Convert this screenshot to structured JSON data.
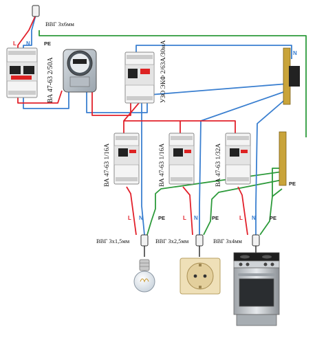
{
  "supply": {
    "cable": "ВВГ 3х6мм",
    "l": "L",
    "n": "N",
    "pe": "PE"
  },
  "main_breaker": {
    "rating": "ВА 47-63 2/50А"
  },
  "rcd": {
    "rating": "УЗО ЭКФ 2/63А/30мА"
  },
  "busbars": {
    "n": "N",
    "pe": "PE"
  },
  "circuits": [
    {
      "breaker": "ВА 47-63 1/16А",
      "cable": "ВВГ 3х1,5мм",
      "l": "L",
      "n": "N",
      "pe": "PE",
      "load_icon": "light-bulb-icon"
    },
    {
      "breaker": "ВА 47-63 1/16А",
      "cable": "ВВГ 3х2,5мм",
      "l": "L",
      "n": "N",
      "pe": "PE",
      "load_icon": "socket-icon"
    },
    {
      "breaker": "ВА 47-63 1/32А",
      "cable": "ВВГ 3х4мм",
      "l": "L",
      "n": "N",
      "pe": "PE",
      "load_icon": "electric-stove-icon"
    }
  ],
  "colors": {
    "phase": "#e2202a",
    "neutral": "#3a7fd0",
    "earth": "#2c9a3a"
  }
}
